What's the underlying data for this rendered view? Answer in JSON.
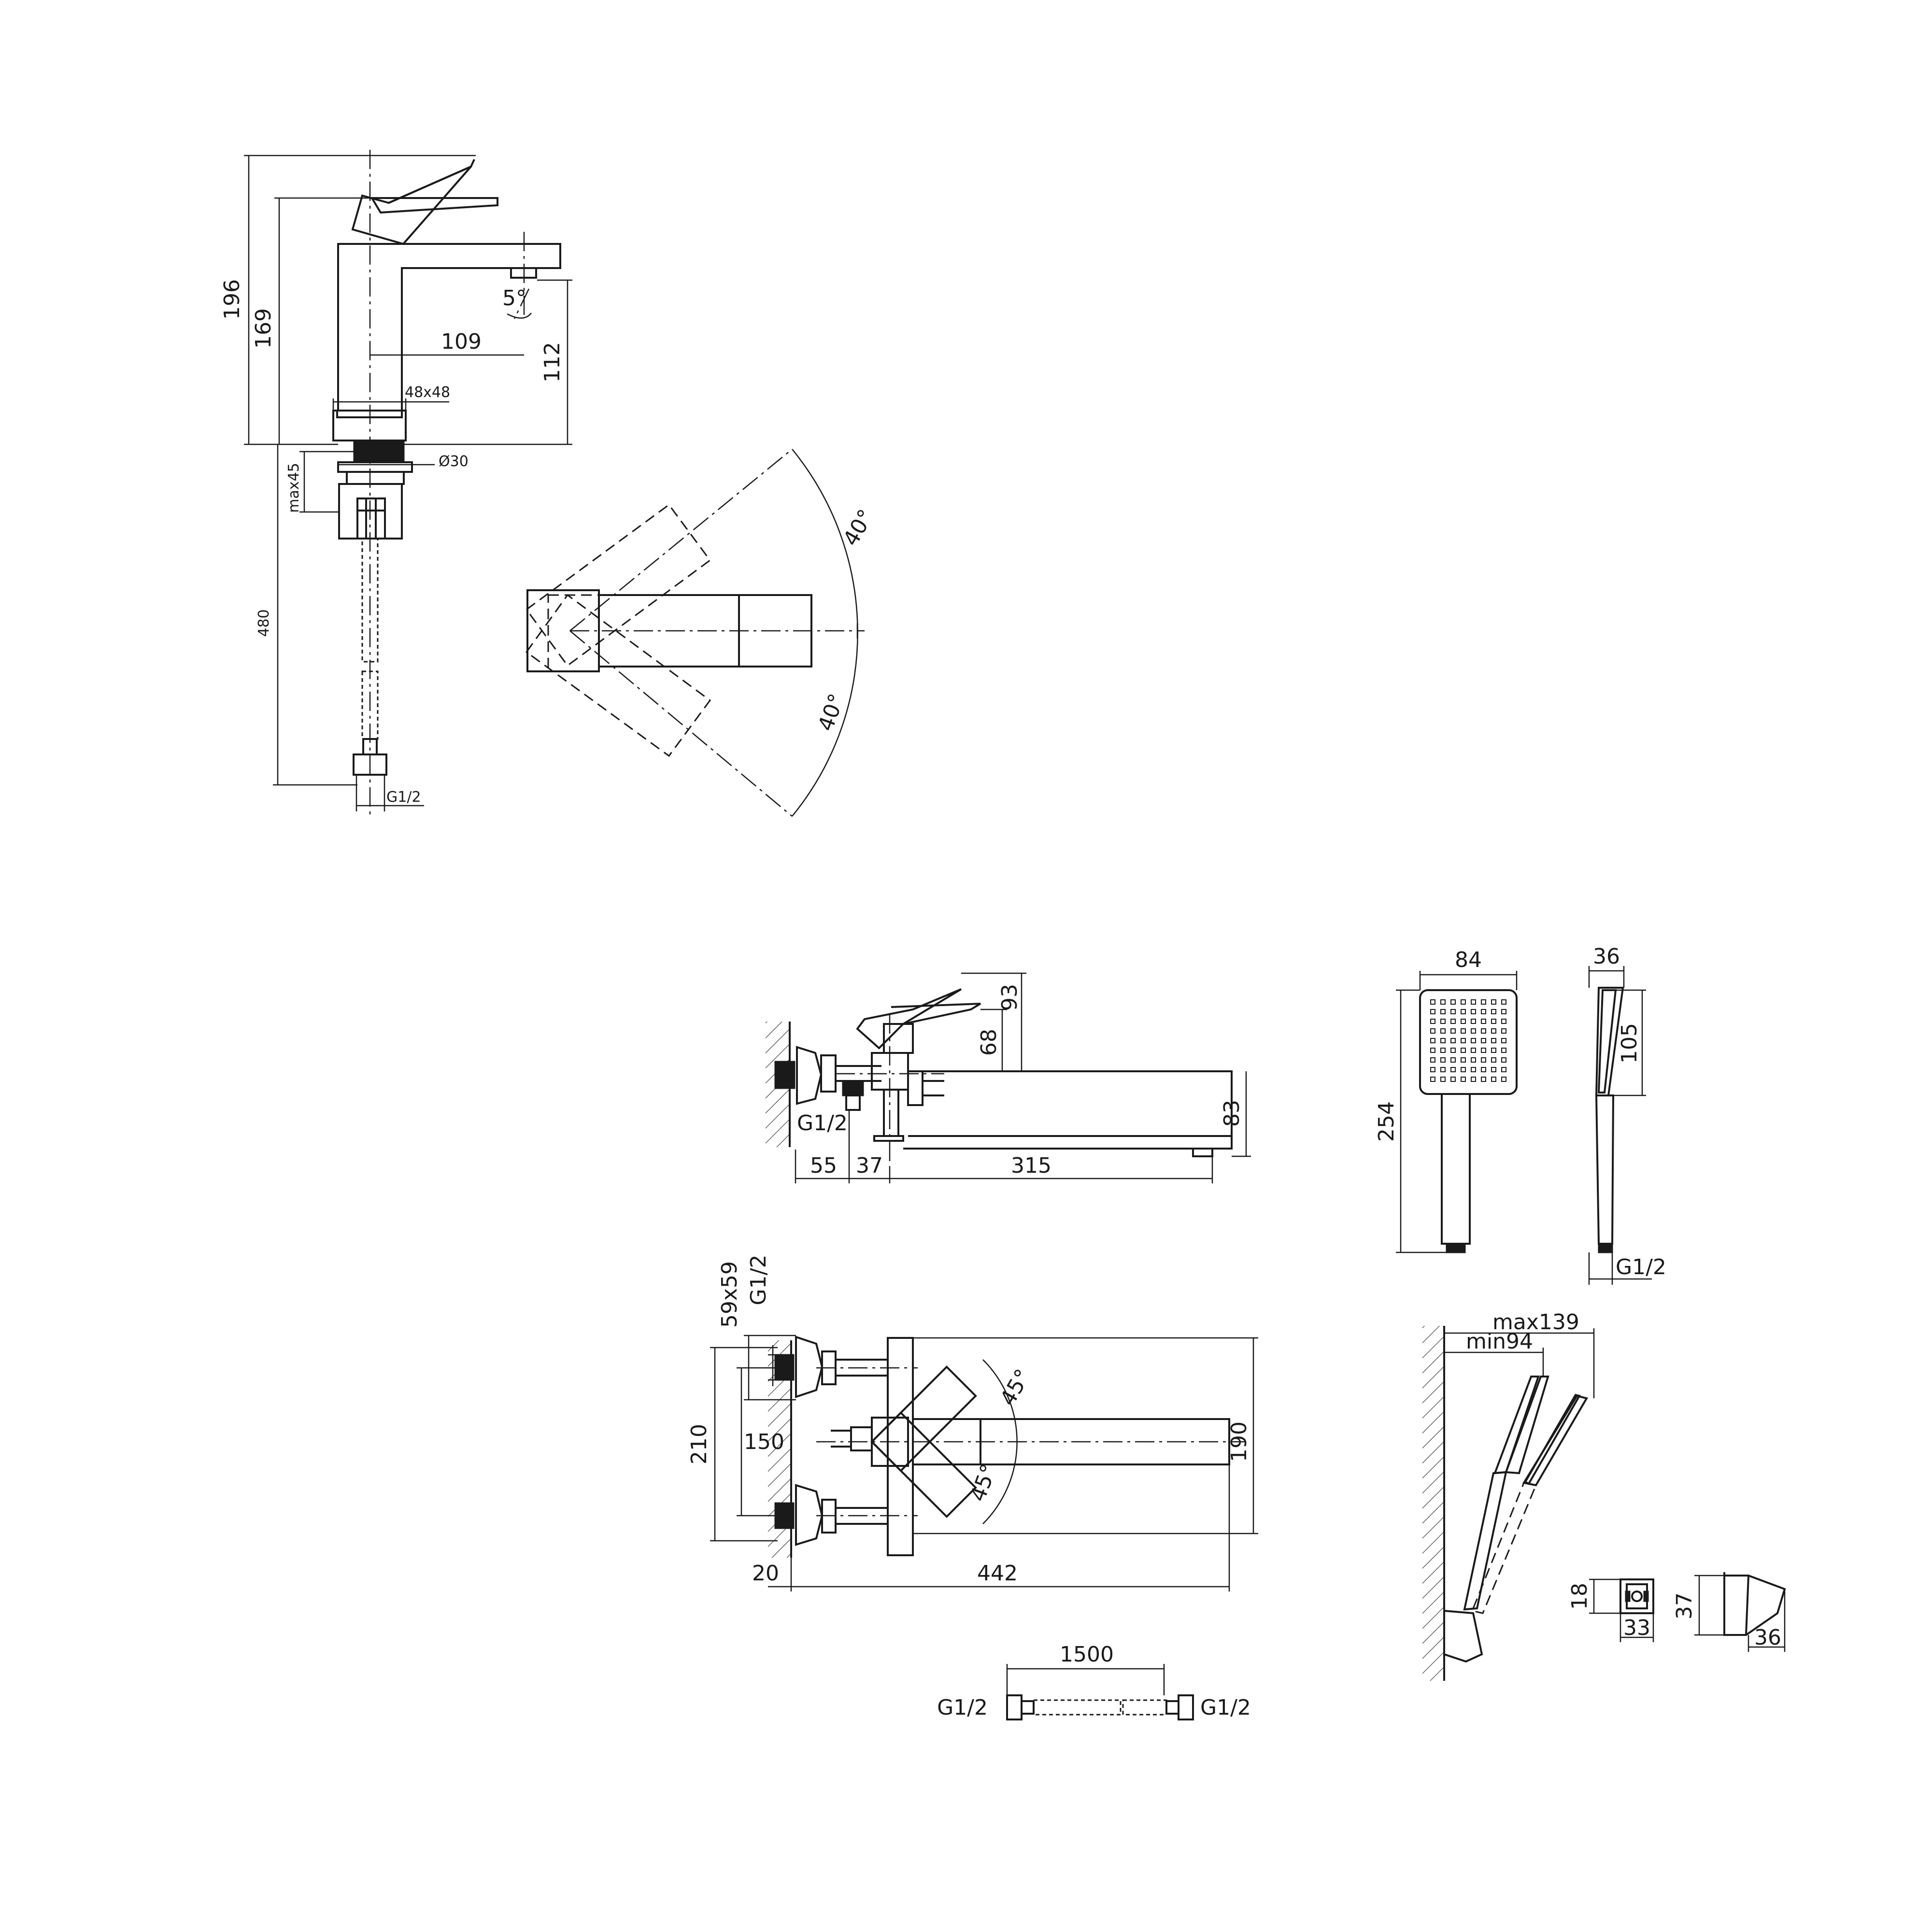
{
  "basin_mixer": {
    "height_total": "196",
    "height_body": "169",
    "spout_reach": "109",
    "spout_height": "112",
    "spout_angle": "5°",
    "base_size": "48x48",
    "mount_diameter": "Ø30",
    "max_deck": "max45",
    "hose_length": "480",
    "thread": "G1/2",
    "swivel_up": "40°",
    "swivel_down": "40°"
  },
  "bath_mixer_side": {
    "lever_height": "93",
    "body_height": "68",
    "spout_drop": "83",
    "thread": "G1/2",
    "wall_offset": "55",
    "inlet_offset": "37",
    "spout_reach": "315"
  },
  "bath_mixer_top": {
    "escutcheon": "59x59",
    "thread": "G1/2",
    "overall_width": "210",
    "centres": "150",
    "spout_width": "190",
    "swivel_up": "45°",
    "swivel_down": "45°",
    "wall_gap": "20",
    "total_reach": "442"
  },
  "hose": {
    "length": "1500",
    "thread_left": "G1/2",
    "thread_right": "G1/2"
  },
  "hand_shower": {
    "head_width": "84",
    "length": "254",
    "depth": "36",
    "head_length": "105",
    "thread": "G1/2"
  },
  "holder": {
    "max_reach": "max139",
    "min_reach": "min94",
    "bracket_height": "18",
    "bracket_width": "33",
    "side_height": "37",
    "side_depth": "36"
  }
}
